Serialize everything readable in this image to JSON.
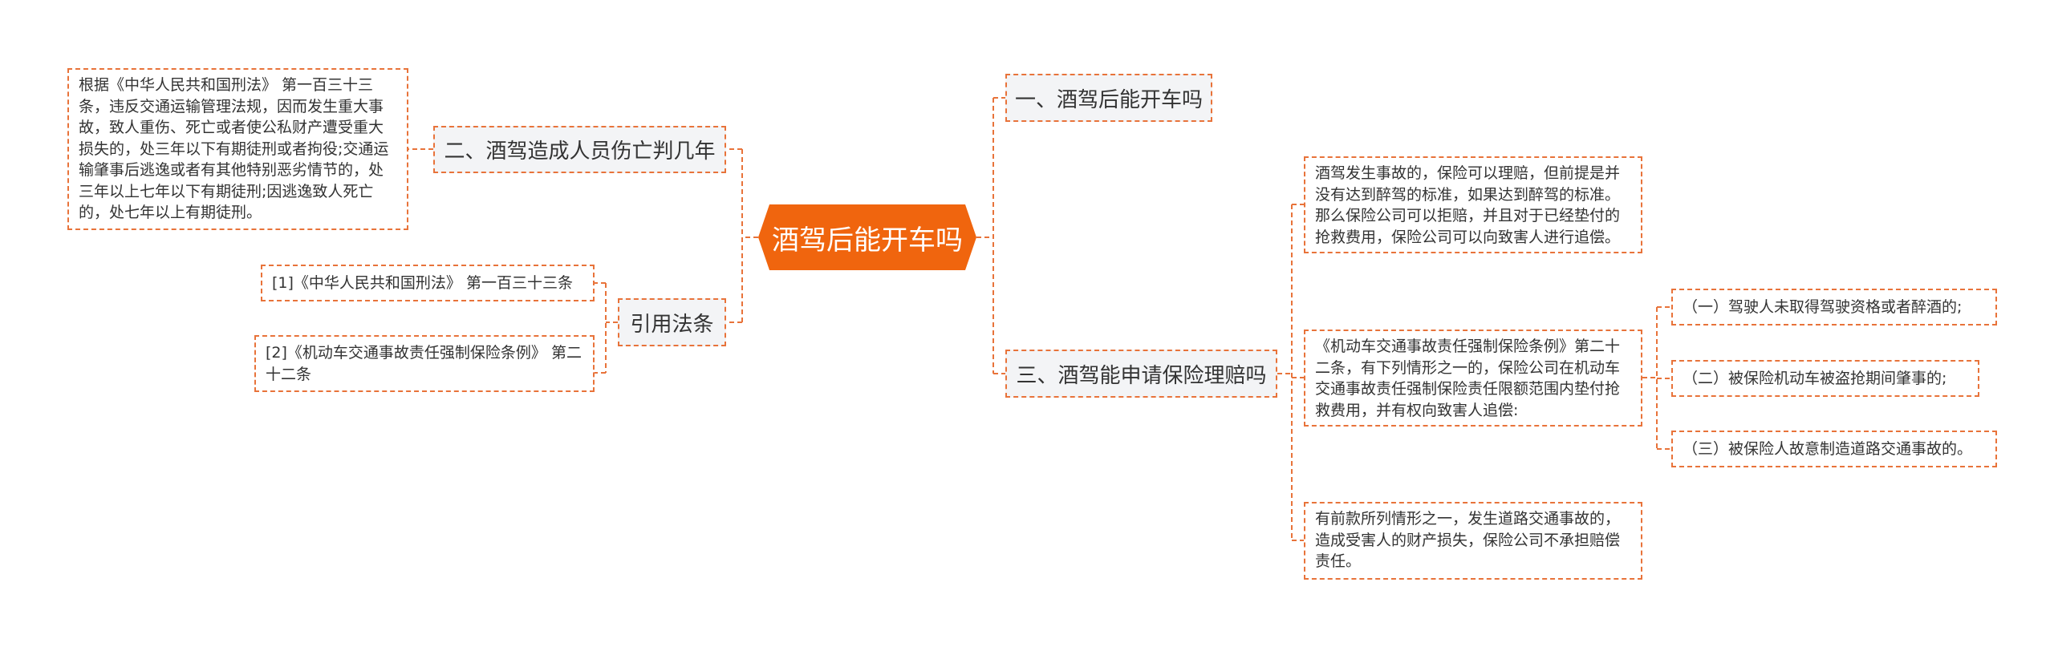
{
  "root": {
    "label": "酒驾后能开车吗"
  },
  "branches": {
    "b1": {
      "label": "一、酒驾后能开车吗"
    },
    "b2": {
      "label": "二、酒驾造成人员伤亡判几年"
    },
    "b3": {
      "label": "三、酒驾能申请保险理赔吗"
    },
    "cite": {
      "label": "引用法条"
    }
  },
  "leaves": {
    "law": "根据《中华人民共和国刑法》 第一百三十三条，违反交通运输管理法规，因而发生重大事故，致人重伤、死亡或者使公私财产遭受重大损失的，处三年以下有期徒刑或者拘役;交通运输肇事后逃逸或者有其他特别恶劣情节的，处三年以上七年以下有期徒刑;因逃逸致人死亡的，处七年以上有期徒刑。",
    "cite1": "[1]《中华人民共和国刑法》 第一百三十三条",
    "cite2": "[2]《机动车交通事故责任强制保险条例》 第二十二条",
    "ins1": "酒驾发生事故的，保险可以理赔，但前提是并没有达到醉驾的标准，如果达到醉驾的标准。那么保险公司可以拒赔，并且对于已经垫付的抢救费用，保险公司可以向致害人进行追偿。",
    "ins2": "《机动车交通事故责任强制保险条例》第二十二条，有下列情形之一的，保险公司在机动车交通事故责任强制保险责任限额范围内垫付抢救费用，并有权向致害人追偿:",
    "ins3": "有前款所列情形之一，发生道路交通事故的，造成受害人的财产损失，保险公司不承担赔偿责任。",
    "sub1": "（一）驾驶人未取得驾驶资格或者醉酒的;",
    "sub2": "（二）被保险机动车被盗抢期间肇事的;",
    "sub3": "（三）被保险人故意制造道路交通事故的。"
  },
  "colors": {
    "root_fill": "#f0650e",
    "line": "#e8733a",
    "branch_bg": "#f3f4f6",
    "text": "#333333"
  }
}
